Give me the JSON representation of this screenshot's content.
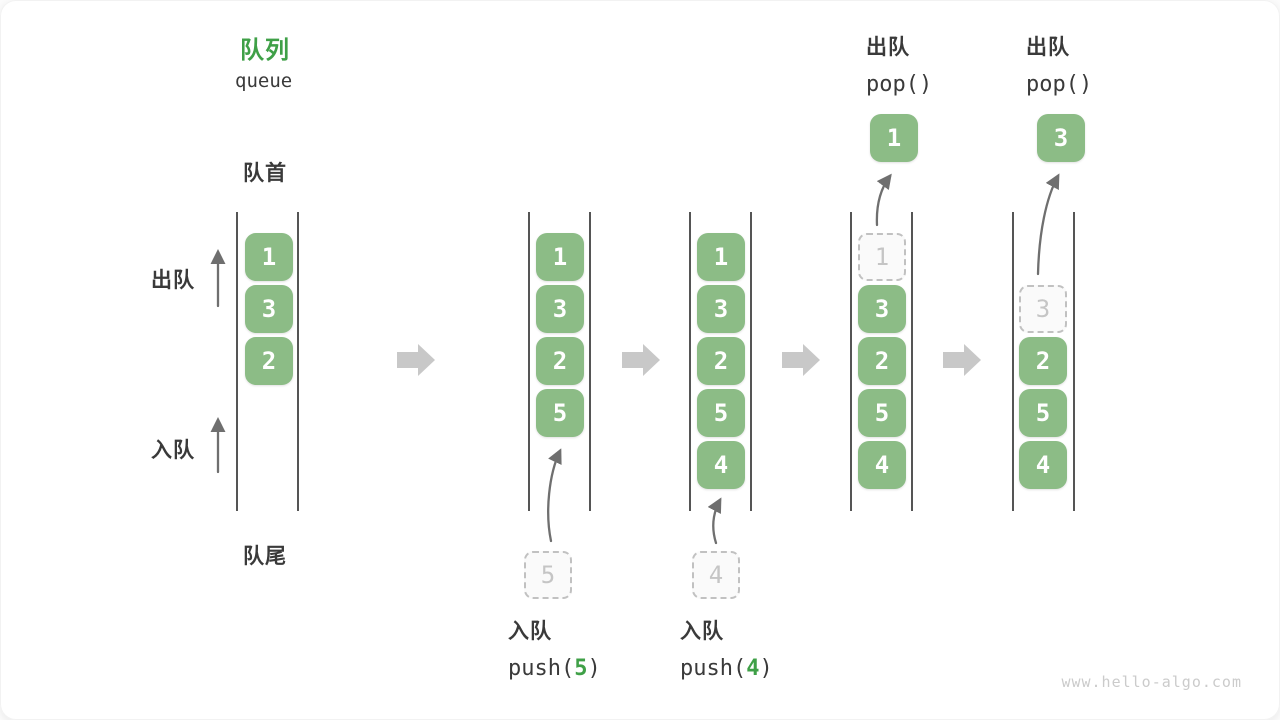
{
  "header": {
    "title_cn": "队列",
    "title_en": "queue"
  },
  "labels": {
    "front": "队首",
    "rear": "队尾",
    "dequeue": "出队",
    "enqueue": "入队"
  },
  "operations": [
    {
      "label": "入队",
      "code_pre": "push(",
      "arg": "5",
      "code_post": ")"
    },
    {
      "label": "入队",
      "code_pre": "push(",
      "arg": "4",
      "code_post": ")"
    },
    {
      "label": "出队",
      "code_pre": "pop(",
      "arg": "",
      "code_post": ")"
    },
    {
      "label": "出队",
      "code_pre": "pop(",
      "arg": "",
      "code_post": ")"
    }
  ],
  "states": [
    {
      "name": "state-1-initial",
      "cells": [
        {
          "slot": 0,
          "value": "1",
          "kind": "solid"
        },
        {
          "slot": 1,
          "value": "3",
          "kind": "solid"
        },
        {
          "slot": 2,
          "value": "2",
          "kind": "solid"
        }
      ]
    },
    {
      "name": "state-2-after-push-5",
      "cells": [
        {
          "slot": 0,
          "value": "1",
          "kind": "solid"
        },
        {
          "slot": 1,
          "value": "3",
          "kind": "solid"
        },
        {
          "slot": 2,
          "value": "2",
          "kind": "solid"
        },
        {
          "slot": 3,
          "value": "5",
          "kind": "solid"
        }
      ],
      "staged": "5"
    },
    {
      "name": "state-3-after-push-4",
      "cells": [
        {
          "slot": 0,
          "value": "1",
          "kind": "solid"
        },
        {
          "slot": 1,
          "value": "3",
          "kind": "solid"
        },
        {
          "slot": 2,
          "value": "2",
          "kind": "solid"
        },
        {
          "slot": 3,
          "value": "5",
          "kind": "solid"
        },
        {
          "slot": 4,
          "value": "4",
          "kind": "solid"
        }
      ],
      "staged": "4"
    },
    {
      "name": "state-4-after-pop-1",
      "cells": [
        {
          "slot": 0,
          "value": "1",
          "kind": "ghost"
        },
        {
          "slot": 1,
          "value": "3",
          "kind": "solid"
        },
        {
          "slot": 2,
          "value": "2",
          "kind": "solid"
        },
        {
          "slot": 3,
          "value": "5",
          "kind": "solid"
        },
        {
          "slot": 4,
          "value": "4",
          "kind": "solid"
        }
      ],
      "popped": "1"
    },
    {
      "name": "state-5-after-pop-3",
      "cells": [
        {
          "slot": 1,
          "value": "3",
          "kind": "ghost"
        },
        {
          "slot": 2,
          "value": "2",
          "kind": "solid"
        },
        {
          "slot": 3,
          "value": "5",
          "kind": "solid"
        },
        {
          "slot": 4,
          "value": "4",
          "kind": "solid"
        }
      ],
      "popped": "3"
    }
  ],
  "footer": {
    "watermark": "www.hello-algo.com"
  },
  "colors": {
    "accent_green": "#3FA047",
    "cell_green": "#8CBC86",
    "cell_text": "#FFFFFF",
    "ink": "#3A3A3A",
    "wall": "#555555",
    "arrow": "#6F6F6F",
    "transition_arrow": "#C8C8C8",
    "ghost_border": "#C1C1C1",
    "ghost_bg": "#FAFAFA",
    "ghost_text": "#C5C5C5",
    "watermark": "#CBCBCB"
  }
}
